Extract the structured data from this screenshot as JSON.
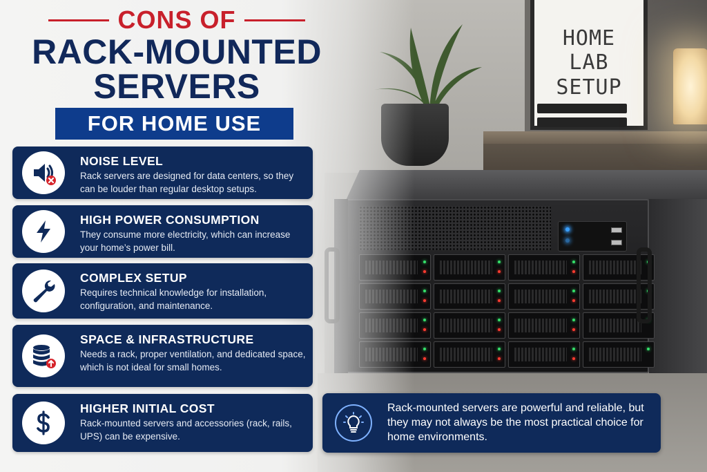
{
  "header": {
    "kicker": "CONS OF",
    "title_line1": "RACK-MOUNTED",
    "title_line2": "SERVERS",
    "banner": "FOR HOME USE"
  },
  "scene": {
    "poster_lines": [
      "HOME",
      "LAB",
      "SETUP"
    ]
  },
  "cons": [
    {
      "icon": "speaker-mute-icon",
      "title": "NOISE LEVEL",
      "description": "Rack servers are designed for data centers, so they can be louder than regular desktop setups."
    },
    {
      "icon": "lightning-bolt-icon",
      "title": "HIGH POWER CONSUMPTION",
      "description": "They consume more electricity, which can increase your home’s power bill."
    },
    {
      "icon": "wrench-icon",
      "title": "COMPLEX SETUP",
      "description": "Requires technical knowledge for installation, configuration, and maintenance."
    },
    {
      "icon": "database-upload-icon",
      "title": "SPACE & INFRASTRUCTURE",
      "description": "Needs a rack, proper ventilation, and dedicated space, which is not ideal for small homes."
    },
    {
      "icon": "dollar-icon",
      "title": "HIGHER INITIAL COST",
      "description": "Rack-mounted servers and accessories (rack, rails, UPS) can be expensive."
    }
  ],
  "tip": {
    "icon": "lightbulb-icon",
    "text": "Rack-mounted servers are powerful and reliable, but they may not always be the most practical choice for home environments."
  },
  "colors": {
    "navy": "#0f2a5a",
    "banner_blue": "#0e3c8c",
    "accent_red": "#c8202b",
    "title_navy": "#11285a"
  }
}
